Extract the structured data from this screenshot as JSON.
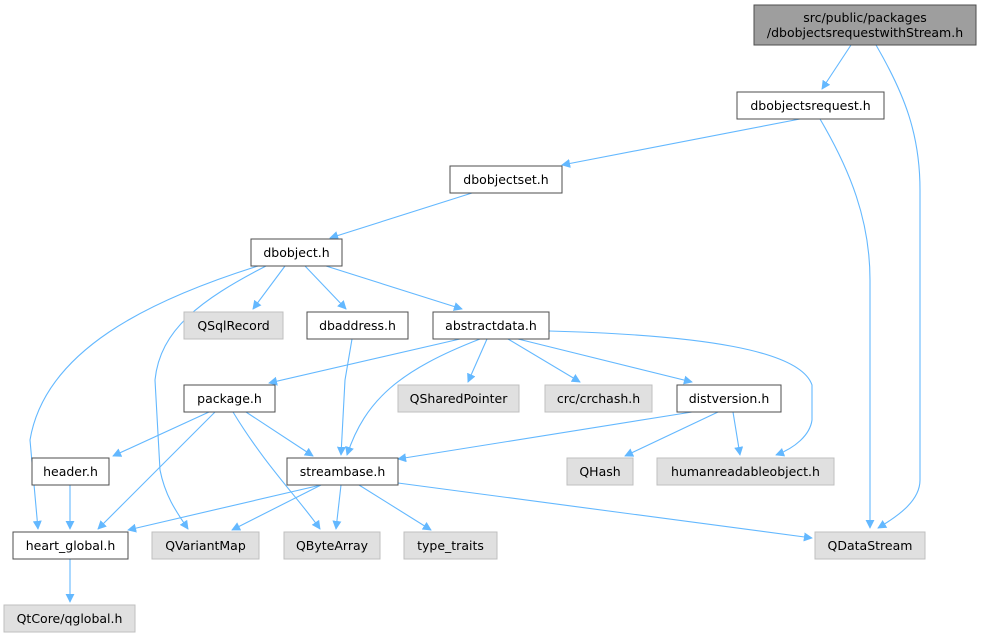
{
  "colors": {
    "edge": "#63b8ff",
    "node_border": "#4d4d4d",
    "node_external_border": "#bfbfbf",
    "node_external_fill": "#e0e0e0",
    "node_root_fill": "#9e9e9e",
    "node_fill": "#ffffff",
    "text": "#000000"
  },
  "nodes": [
    {
      "id": "root",
      "lines": [
        "src/public/packages",
        "/dbobjectsrequestwithStream.h"
      ],
      "kind": "root"
    },
    {
      "id": "dbobjectsrequest",
      "lines": [
        "dbobjectsrequest.h"
      ],
      "kind": "internal"
    },
    {
      "id": "dbobjectset",
      "lines": [
        "dbobjectset.h"
      ],
      "kind": "internal"
    },
    {
      "id": "dbobject",
      "lines": [
        "dbobject.h"
      ],
      "kind": "internal"
    },
    {
      "id": "qsqlrecord",
      "lines": [
        "QSqlRecord"
      ],
      "kind": "external"
    },
    {
      "id": "dbaddress",
      "lines": [
        "dbaddress.h"
      ],
      "kind": "internal"
    },
    {
      "id": "abstractdata",
      "lines": [
        "abstractdata.h"
      ],
      "kind": "internal"
    },
    {
      "id": "package",
      "lines": [
        "package.h"
      ],
      "kind": "internal"
    },
    {
      "id": "qsharedpointer",
      "lines": [
        "QSharedPointer"
      ],
      "kind": "external"
    },
    {
      "id": "crchash",
      "lines": [
        "crc/crchash.h"
      ],
      "kind": "external"
    },
    {
      "id": "distversion",
      "lines": [
        "distversion.h"
      ],
      "kind": "internal"
    },
    {
      "id": "header",
      "lines": [
        "header.h"
      ],
      "kind": "internal"
    },
    {
      "id": "streambase",
      "lines": [
        "streambase.h"
      ],
      "kind": "internal"
    },
    {
      "id": "qhash",
      "lines": [
        "QHash"
      ],
      "kind": "external"
    },
    {
      "id": "humanreadableobject",
      "lines": [
        "humanreadableobject.h"
      ],
      "kind": "external"
    },
    {
      "id": "heart_global",
      "lines": [
        "heart_global.h"
      ],
      "kind": "internal"
    },
    {
      "id": "qvariantmap",
      "lines": [
        "QVariantMap"
      ],
      "kind": "external"
    },
    {
      "id": "qbytearray",
      "lines": [
        "QByteArray"
      ],
      "kind": "external"
    },
    {
      "id": "type_traits",
      "lines": [
        "type_traits"
      ],
      "kind": "external"
    },
    {
      "id": "qdatastream",
      "lines": [
        "QDataStream"
      ],
      "kind": "external"
    },
    {
      "id": "qglobal",
      "lines": [
        "QtCore/qglobal.h"
      ],
      "kind": "external"
    }
  ],
  "edges": [
    {
      "from": "root",
      "to": "dbobjectsrequest"
    },
    {
      "from": "root",
      "to": "qdatastream"
    },
    {
      "from": "dbobjectsrequest",
      "to": "dbobjectset"
    },
    {
      "from": "dbobjectsrequest",
      "to": "qdatastream"
    },
    {
      "from": "dbobjectset",
      "to": "dbobject"
    },
    {
      "from": "dbobject",
      "to": "qsqlrecord"
    },
    {
      "from": "dbobject",
      "to": "dbaddress"
    },
    {
      "from": "dbobject",
      "to": "abstractdata"
    },
    {
      "from": "dbobject",
      "to": "heart_global"
    },
    {
      "from": "dbobject",
      "to": "qvariantmap"
    },
    {
      "from": "dbaddress",
      "to": "streambase"
    },
    {
      "from": "abstractdata",
      "to": "package"
    },
    {
      "from": "abstractdata",
      "to": "qsharedpointer"
    },
    {
      "from": "abstractdata",
      "to": "crchash"
    },
    {
      "from": "abstractdata",
      "to": "distversion"
    },
    {
      "from": "abstractdata",
      "to": "humanreadableobject"
    },
    {
      "from": "abstractdata",
      "to": "streambase"
    },
    {
      "from": "package",
      "to": "header"
    },
    {
      "from": "package",
      "to": "streambase"
    },
    {
      "from": "package",
      "to": "heart_global"
    },
    {
      "from": "package",
      "to": "qbytearray"
    },
    {
      "from": "distversion",
      "to": "streambase"
    },
    {
      "from": "distversion",
      "to": "qhash"
    },
    {
      "from": "distversion",
      "to": "humanreadableobject"
    },
    {
      "from": "header",
      "to": "heart_global"
    },
    {
      "from": "streambase",
      "to": "heart_global"
    },
    {
      "from": "streambase",
      "to": "qvariantmap"
    },
    {
      "from": "streambase",
      "to": "qbytearray"
    },
    {
      "from": "streambase",
      "to": "type_traits"
    },
    {
      "from": "streambase",
      "to": "qdatastream"
    },
    {
      "from": "heart_global",
      "to": "qglobal"
    }
  ]
}
